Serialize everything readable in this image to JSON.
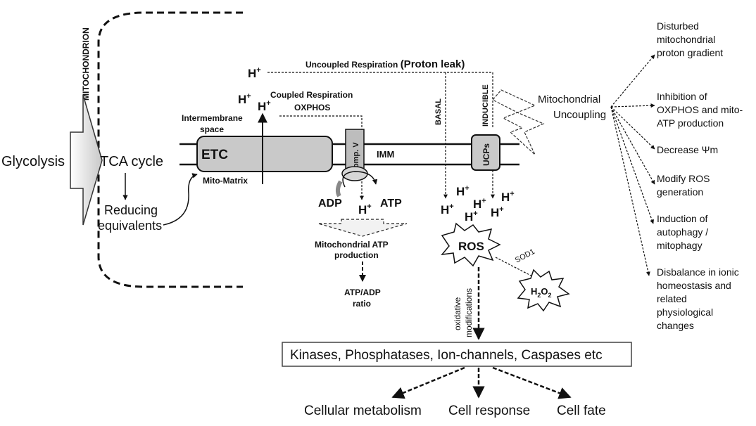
{
  "mitochondrion_label": "MITOCHONDRION",
  "glycolysis": "Glycolysis",
  "tca_cycle": "TCA cycle",
  "reducing_equivalents": [
    "Reducing",
    "equivalents"
  ],
  "intermembrane_space": [
    "Intermembrane",
    "space"
  ],
  "mito_matrix": "Mito-Matrix",
  "etc": "ETC",
  "comp_v": "Comp. V",
  "imm": "IMM",
  "ucps": "UCPs",
  "proton": "H",
  "proton_charge": "+",
  "coupled_respiration": "Coupled Respiration",
  "oxphos": "OXPHOS",
  "uncoupled_respiration": "Uncoupled Respiration",
  "proton_leak": "(Proton leak)",
  "basal": "BASAL",
  "inducible": "INDUCIBLE",
  "adp": "ADP",
  "atp": "ATP",
  "mito_atp_production": [
    "Mitochondrial ATP",
    "production"
  ],
  "atp_adp_ratio": [
    "ATP/ADP",
    "ratio"
  ],
  "ros": "ROS",
  "sod1": "SOD1",
  "h2o2": {
    "h": "H",
    "sub1": "2",
    "o": "O",
    "sub2": "2"
  },
  "oxidative_modifications": [
    "oxidative",
    "modifications"
  ],
  "mito_uncoupling": [
    "Mitochondrial",
    "Uncoupling"
  ],
  "effects": [
    {
      "lines": [
        "Disturbed",
        "mitochondrial",
        "proton gradient"
      ]
    },
    {
      "lines": [
        "Inhibition of",
        "OXPHOS and mito-",
        "ATP production"
      ]
    },
    {
      "lines": [
        "Decrease Ψm"
      ]
    },
    {
      "lines": [
        "Modify ROS",
        "generation"
      ]
    },
    {
      "lines": [
        "Induction of",
        "autophagy /",
        "mitophagy"
      ]
    },
    {
      "lines": [
        "Disbalance in ionic",
        "homeostasis and",
        "related",
        "physiological",
        "changes"
      ]
    }
  ],
  "targets_box": "Kinases, Phosphatases, Ion-channels, Caspases etc",
  "outcomes": [
    "Cellular metabolism",
    "Cell response",
    "Cell fate"
  ],
  "colors": {
    "fill_gray": "#c9c9c9",
    "fill_light": "#eeeeee",
    "line": "#111111"
  }
}
